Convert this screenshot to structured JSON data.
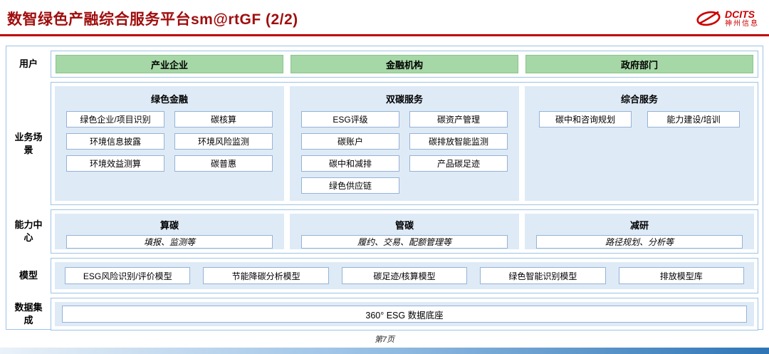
{
  "header": {
    "title": "数智绿色产融综合服务平台sm@rtGF (2/2)",
    "logo_text": "DCITS",
    "logo_subtext": "神州信息"
  },
  "rows": {
    "users": {
      "label": "用户",
      "items": [
        "产业企业",
        "金融机构",
        "政府部门"
      ]
    },
    "scenarios": {
      "label": "业务场景",
      "panels": [
        {
          "title": "绿色金融",
          "items": [
            "绿色企业/项目识别",
            "碳核算",
            "环境信息披露",
            "环境风险监测",
            "环境效益测算",
            "碳普惠"
          ]
        },
        {
          "title": "双碳服务",
          "items": [
            "ESG评级",
            "碳资产管理",
            "碳账户",
            "碳排放智能监测",
            "碳中和减排",
            "产品碳足迹",
            "绿色供应链"
          ]
        },
        {
          "title": "综合服务",
          "items": [
            "碳中和咨询规划",
            "能力建设/培训"
          ]
        }
      ]
    },
    "capabilities": {
      "label": "能力中心",
      "panels": [
        {
          "title": "算碳",
          "desc": "填报、监测等"
        },
        {
          "title": "管碳",
          "desc": "履约、交易、配额管理等"
        },
        {
          "title": "减研",
          "desc": "路径规划、分析等"
        }
      ]
    },
    "models": {
      "label": "模型",
      "items": [
        "ESG风险识别/评价模型",
        "节能降碳分析模型",
        "碳足迹/核算模型",
        "绿色智能识别模型",
        "排放模型库"
      ]
    },
    "data_integration": {
      "label": "数据集成",
      "items": [
        "360° ESG 数据底座"
      ]
    }
  },
  "footer": {
    "page": "第7页"
  },
  "colors": {
    "title-red": "#A00E0E",
    "accent-red": "#C00000",
    "logo-red": "#CC0000",
    "border-blue": "#9DC3E6",
    "panel-blue": "#DEEAF6",
    "item-border": "#95B3D7",
    "green": "#A6D7A6"
  }
}
